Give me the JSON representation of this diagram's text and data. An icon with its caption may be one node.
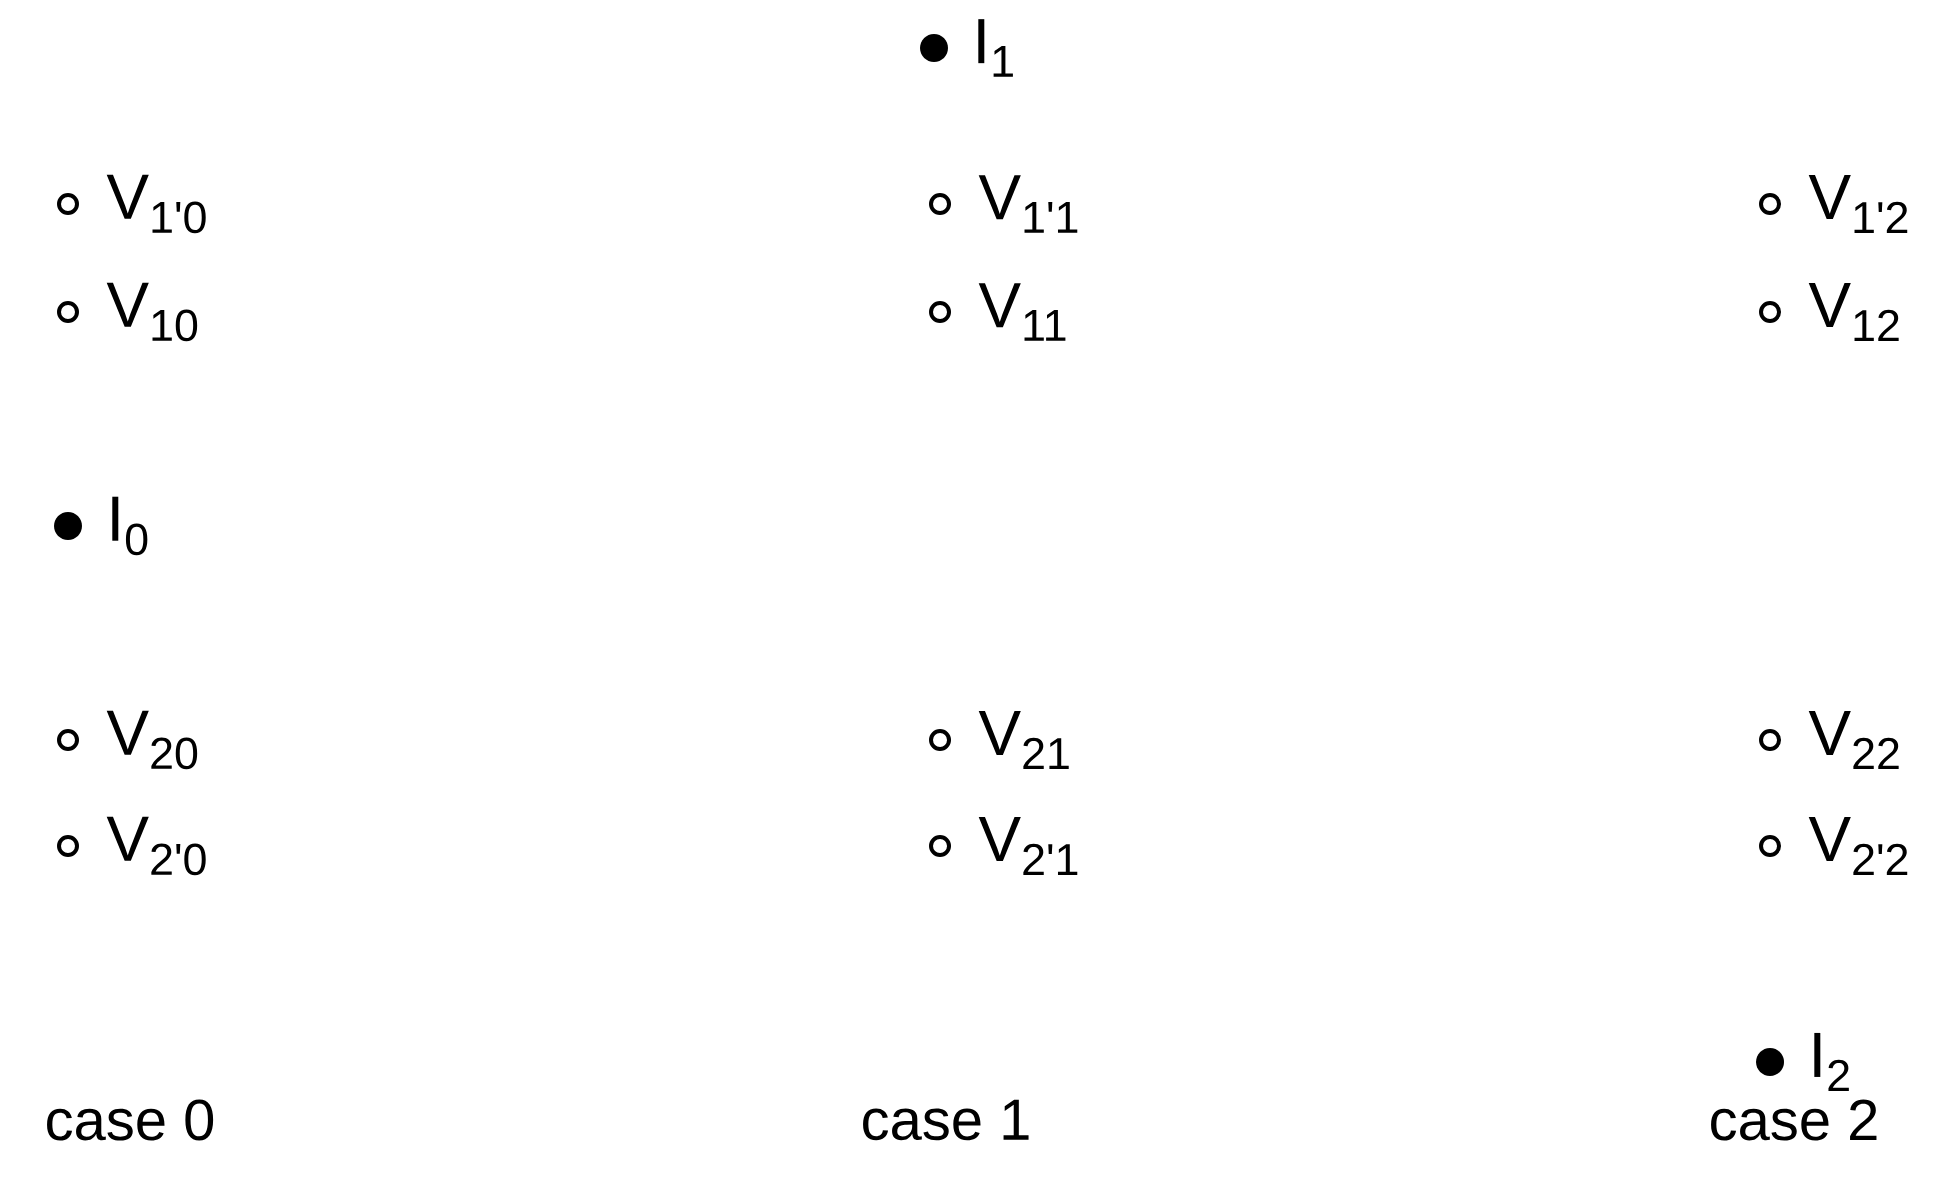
{
  "diagram": {
    "labels": [
      "I$_{1}$",
      "V$_{1'0}$",
      "V$_{1'1}$",
      "V$_{1'2}$",
      "V$_{10}$",
      "V$_{11}$",
      "V$_{12}$",
      "I$_{0}$",
      "V$_{20}$",
      "V$_{21}$",
      "V$_{22}$",
      "V$_{2'0}$",
      "V$_{2'1}$",
      "V$_{2'2}$",
      "I$_{2}$",
      "case 0",
      "case 1",
      "case 2"
    ]
  }
}
